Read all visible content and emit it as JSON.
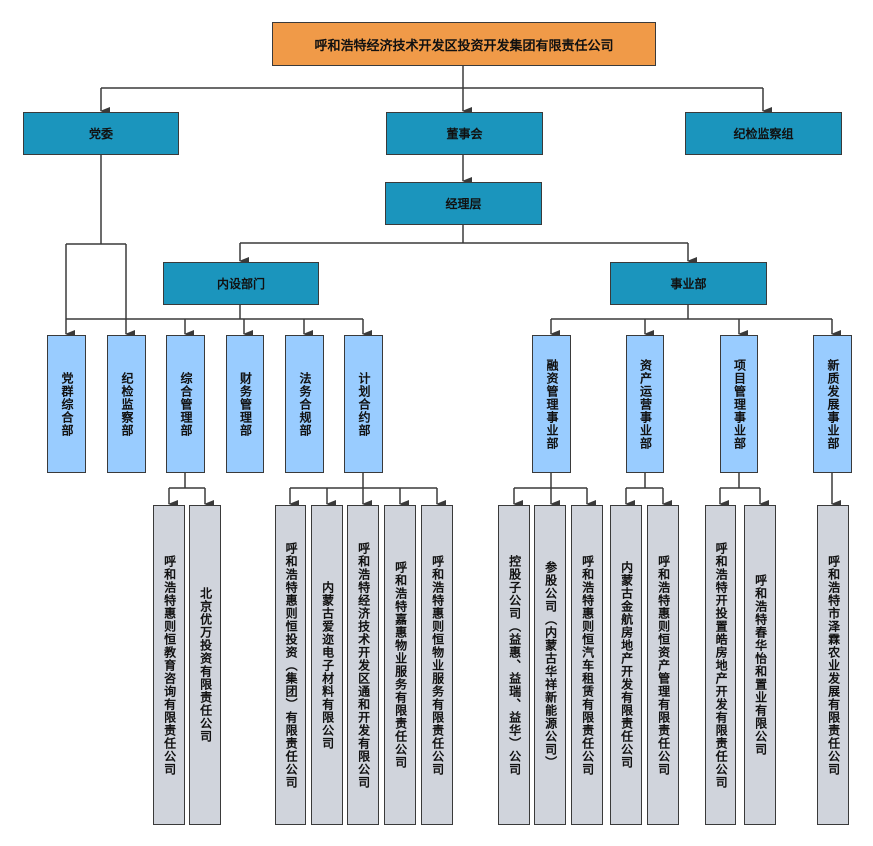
{
  "diagram": {
    "type": "org-chart",
    "root": "呼和浩特经济技术开发区投资开发集团有限责任公司",
    "top_level": [
      {
        "id": "party",
        "label": "党委"
      },
      {
        "id": "board",
        "label": "董事会"
      },
      {
        "id": "discipline",
        "label": "纪检监察组"
      }
    ],
    "management": {
      "label": "经理层"
    },
    "groups": {
      "internal": {
        "label": "内设部门"
      },
      "business": {
        "label": "事业部"
      }
    },
    "departments": [
      {
        "label": "党群综合部"
      },
      {
        "label": "纪检监察部"
      },
      {
        "label": "综合管理部"
      },
      {
        "label": "财务管理部"
      },
      {
        "label": "法务合规部"
      },
      {
        "label": "计划合约部"
      }
    ],
    "business_units": [
      {
        "label": "融资管理事业部"
      },
      {
        "label": "资产运营事业部"
      },
      {
        "label": "项目管理事业部"
      },
      {
        "label": "新质发展事业部"
      }
    ],
    "subsidiaries": [
      {
        "parent": "综合管理部",
        "label": "呼和浩特惠则恒教育咨询有限责任公司"
      },
      {
        "parent": "综合管理部",
        "label": "北京优万投资有限责任公司"
      },
      {
        "parent": "计划合约部",
        "label": "呼和浩特惠则恒投资（集团）有限责任公司"
      },
      {
        "parent": "计划合约部",
        "label": "内蒙古爱迩电子材料有限公司"
      },
      {
        "parent": "计划合约部",
        "label": "呼和浩特经济技术开发区通和开发有限公司"
      },
      {
        "parent": "计划合约部",
        "label": "呼和浩特嘉惠物业服务有限责任公司"
      },
      {
        "parent": "计划合约部",
        "label": "呼和浩特惠则恒物业服务有限责任公司"
      },
      {
        "parent": "融资管理事业部",
        "label": "控股子公司（益惠、益瑞、益华）公司"
      },
      {
        "parent": "融资管理事业部",
        "label": "参股公司（内蒙古华祥新能源公司）"
      },
      {
        "parent": "融资管理事业部",
        "label": "呼和浩特惠则恒汽车租赁有限责任公司"
      },
      {
        "parent": "资产运营事业部",
        "label": "内蒙古金航房地产开发有限责任公司"
      },
      {
        "parent": "资产运营事业部",
        "label": "呼和浩特惠则恒资产管理有限责任公司"
      },
      {
        "parent": "项目管理事业部",
        "label": "呼和浩特开投置皓房地产开发有限责任公司"
      },
      {
        "parent": "项目管理事业部",
        "label": "呼和浩特春华怡和置业有限公司"
      },
      {
        "parent": "新质发展事业部",
        "label": "呼和浩特市泽霖农业发展有限责任公司"
      }
    ],
    "colors": {
      "root": "#F09A48",
      "level": "#1B95BD",
      "department": "#99CCFF",
      "subsidiary": "#D0D4DC",
      "line": "#3A3A3A"
    }
  }
}
